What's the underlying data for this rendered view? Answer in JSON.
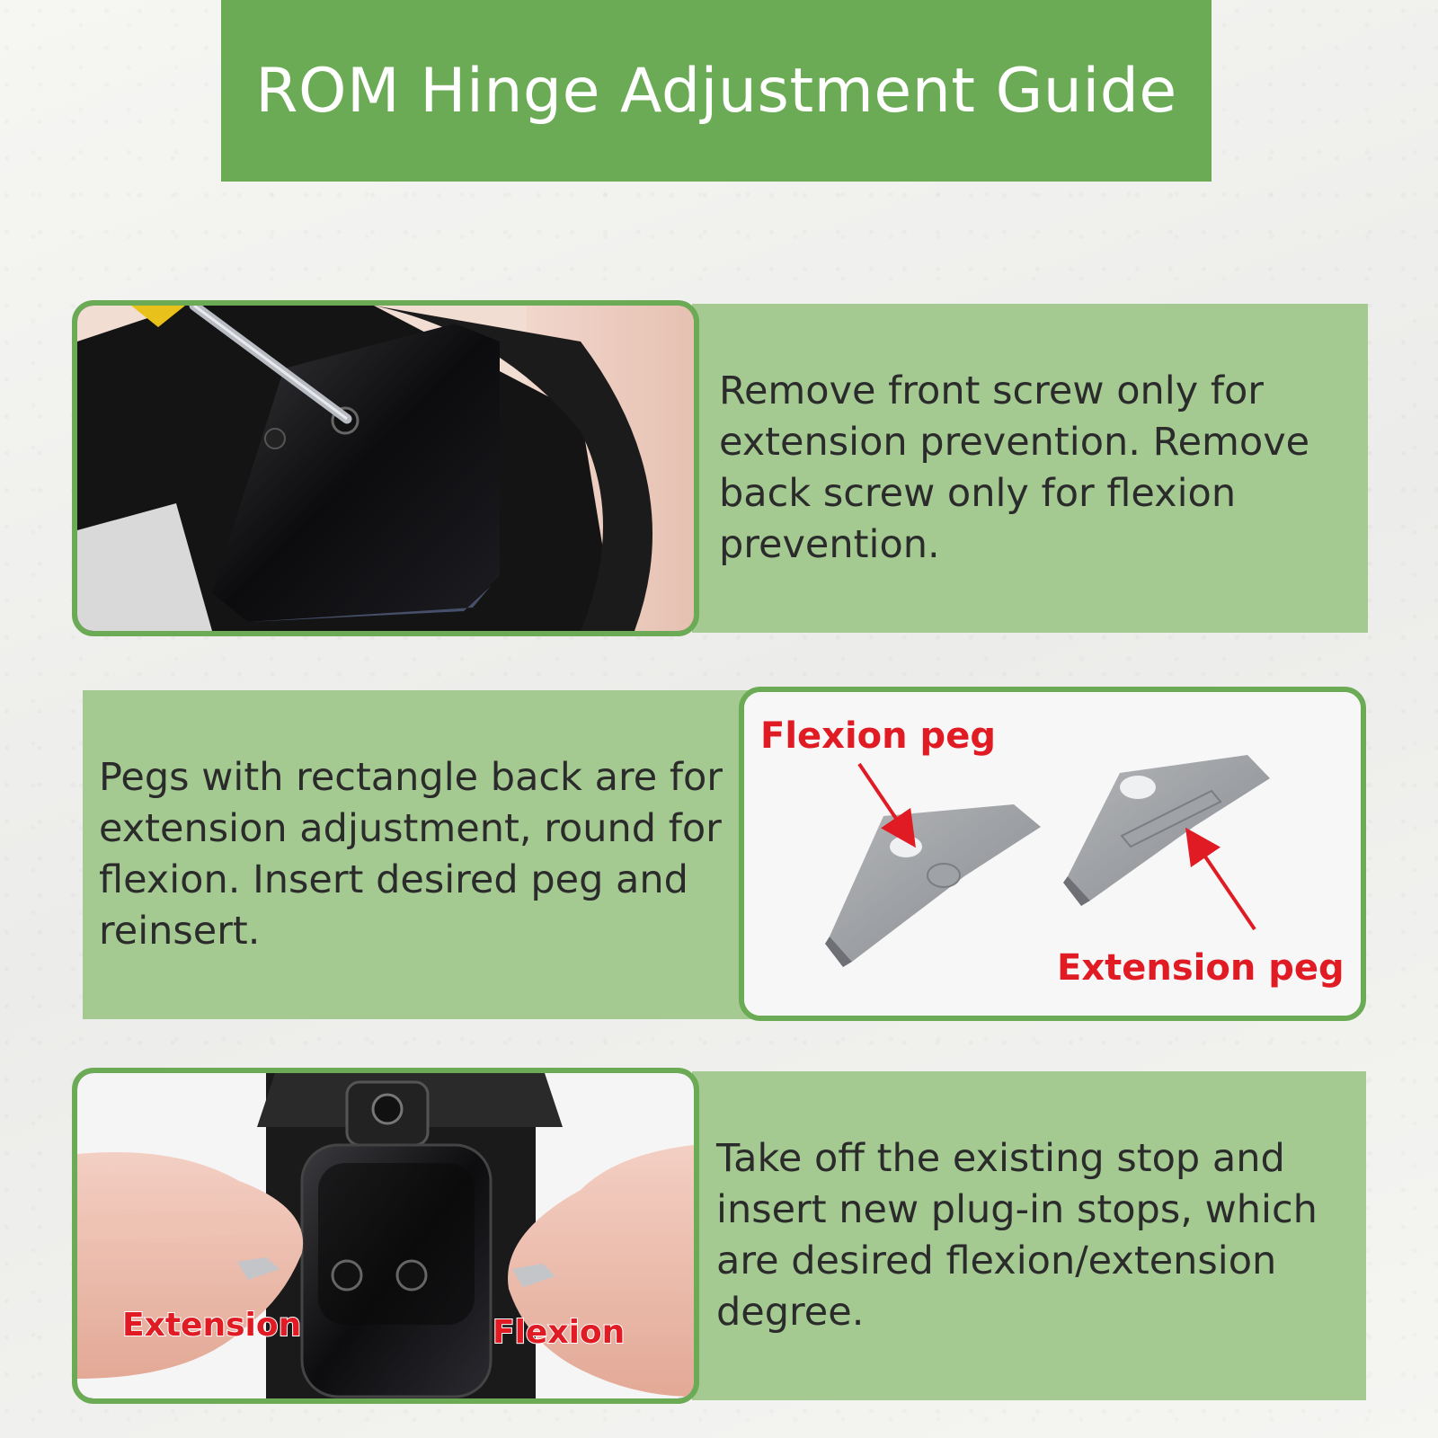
{
  "title": "ROM Hinge Adjustment Guide",
  "steps": [
    {
      "text": "Remove front screw only for extension prevention. Remove back screw only for flexion prevention."
    },
    {
      "text": "Pegs with rectangle back are for extension adjustment, round for flexion. Insert desired peg and reinsert.",
      "labels": {
        "flexion": "Flexion peg",
        "extension": "Extension peg"
      }
    },
    {
      "text": "Take off the existing stop and insert new plug-in stops, which are desired flexion/extension degree.",
      "labels": {
        "extension": "Extension",
        "flexion": "Flexion"
      }
    }
  ],
  "colors": {
    "header_green": "#6cab55",
    "panel_green": "#a4ca92",
    "label_red": "#e01b24"
  }
}
